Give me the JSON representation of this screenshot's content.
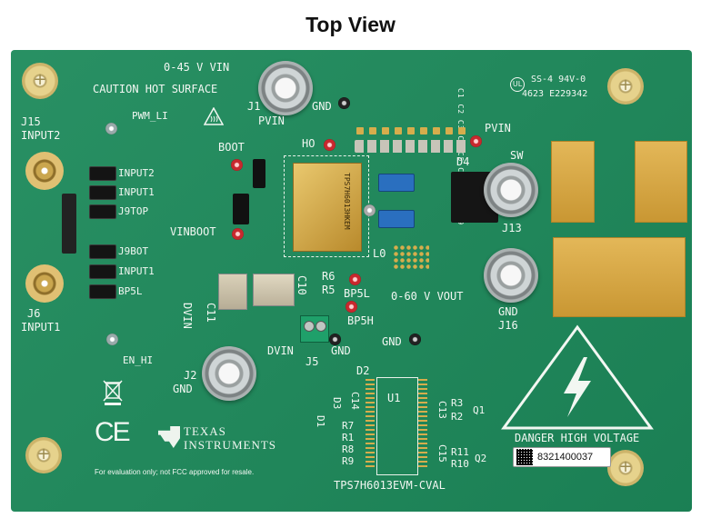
{
  "title": "Top View",
  "silkscreen": {
    "vin_range": "0-45 V VIN",
    "caution": "CAUTION HOT SURFACE",
    "pwm_li": "PWM_LI",
    "j15": "J15",
    "input2_port": "INPUT2",
    "input2_jumper": "INPUT2",
    "input1_jumper_top": "INPUT1",
    "j9top": "J9TOP",
    "j9bot": "J9BOT",
    "input1_jumper_bottom": "INPUT1",
    "bp5l_left": "BP5L",
    "j6": "J6",
    "input1_port": "INPUT1",
    "en_hi": "EN_HI",
    "j1": "J1",
    "pvin_j1": "PVIN",
    "gnd_top": "GND",
    "boot": "BOOT",
    "ho": "HO",
    "vinboot": "VINBOOT",
    "dvin_vertical": "DVIN",
    "c11": "C11",
    "c10": "C10",
    "r6": "R6",
    "r5": "R5",
    "bp5l_right": "BP5L",
    "bp5h": "BP5H",
    "l0": "L0",
    "dvin_j5": "DVIN",
    "gnd_j5": "GND",
    "j5": "J5",
    "cap_labels": "C1 C2 C3 C4 C5 C6 C7 C8 C9",
    "pvin_right": "PVIN",
    "ul_mark": "SS-4 94V-0",
    "ul_code": "4623 E229342",
    "sw": "SW",
    "d4": "D4",
    "j13": "J13",
    "vout_range": "0-60 V VOUT",
    "gnd_j16": "GND",
    "j16": "J16",
    "gnd_mid": "GND",
    "j2": "J2",
    "gnd_j2": "GND",
    "d2": "D2",
    "d3": "D3",
    "c14": "C14",
    "d1": "D1",
    "u1": "U1",
    "r3": "R3",
    "r2": "R2",
    "q1": "Q1",
    "c13": "C13",
    "r7": "R7",
    "r1": "R1",
    "r8": "R8",
    "r9": "R9",
    "c15": "C15",
    "r11": "R11",
    "r10": "R10",
    "q2": "Q2",
    "danger": "DANGER HIGH VOLTAGE",
    "board_name": "TPS7H6013EVM-CVAL",
    "eval_note": "For evaluation only; not FCC approved for resale.",
    "brand_line1": "TEXAS",
    "brand_line2": "INSTRUMENTS",
    "ce_mark": "CE",
    "ic_marking": "TPS7H6013HKEM"
  },
  "serial_label": "8321400037",
  "icons": [
    "mounting-hole-icon",
    "hot-surface-icon",
    "weee-bin-icon",
    "ce-mark-icon",
    "ti-logo-icon",
    "high-voltage-warning-icon"
  ],
  "colors": {
    "board": "#1d8a5b",
    "silkscreen": "#f2f7f2",
    "copper": "#d9a948",
    "test_point_red": "#c8282e"
  }
}
